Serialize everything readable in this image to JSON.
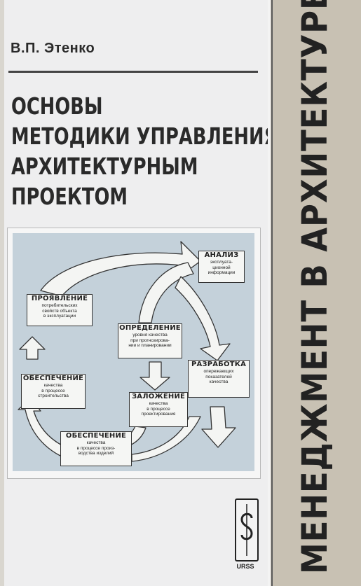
{
  "book": {
    "author": "В.П. Этенко",
    "title_lines": [
      "ОСНОВЫ",
      "МЕТОДИКИ УПРАВЛЕНИЯ",
      "АРХИТЕКТУРНЫМ",
      "ПРОЕКТОМ"
    ],
    "spine_text": "МЕНЕДЖМЕНТ В АРХИТЕКТУРЕ",
    "publisher": "URSS"
  },
  "diagram": {
    "boxes": {
      "analysis": {
        "title": "АНАЛИЗ",
        "sub": "эксплуата-\nционной\nинформации"
      },
      "manifestation": {
        "title": "ПРОЯВЛЕНИЕ",
        "sub": "потребительских\nсвойств объекта\nв эксплуатации"
      },
      "definition": {
        "title": "ОПРЕДЕЛЕНИЕ",
        "sub": "уровня качества\nпри прогнозирова-\nнии и планировании"
      },
      "development": {
        "title": "РАЗРАБОТКА",
        "sub": "опережающих\nпоказателей\nкачества"
      },
      "provision_construction": {
        "title": "ОБЕСПЕЧЕНИЕ",
        "sub": "качества\nв процессе\nстроительства"
      },
      "laying": {
        "title": "ЗАЛОЖЕНИЕ",
        "sub": "качества\nв процессе\nпроектирования"
      },
      "provision_production": {
        "title": "ОБЕСПЕЧЕНИЕ",
        "sub": "качества\nв процессе произ-\nводства изделий"
      }
    }
  },
  "colors": {
    "cover": "#eeeeef",
    "diagram_bg": "#c4d1da",
    "spine": "#c8c1b3",
    "text": "#2a2a2a"
  }
}
